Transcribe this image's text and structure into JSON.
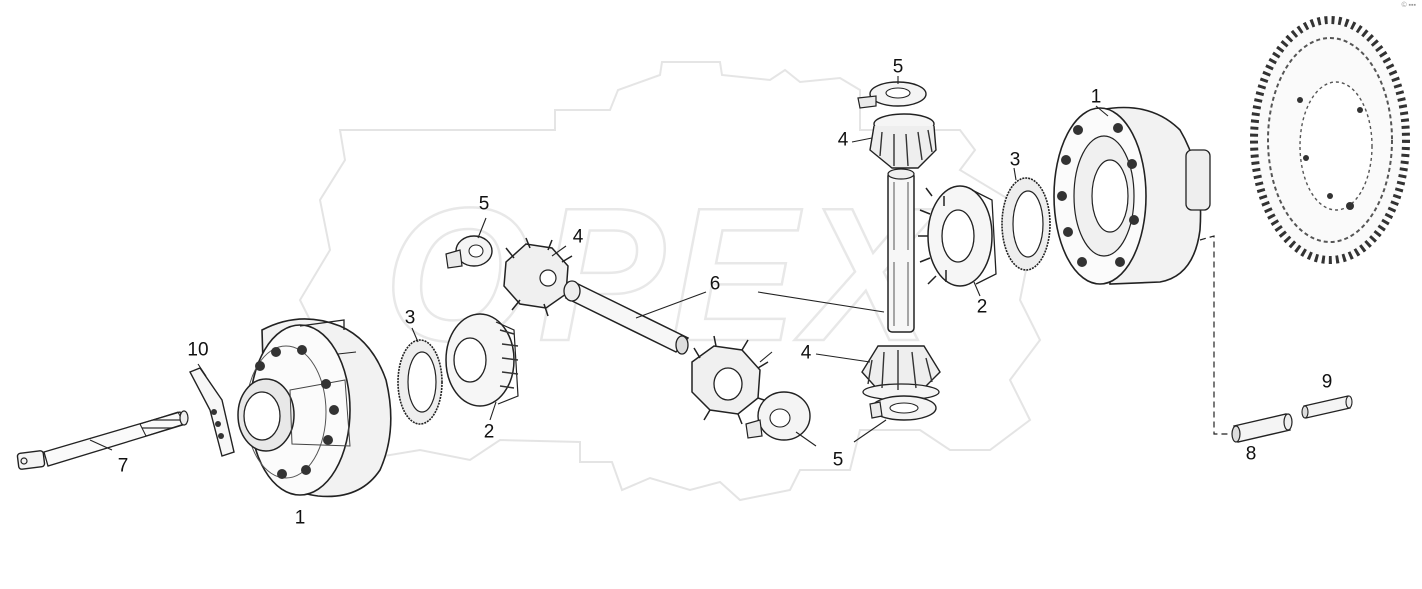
{
  "watermark": "OPEX",
  "corner_mark": "© ▪▪▪",
  "callouts": {
    "c1_left": "1",
    "c1_right": "1",
    "c2_left": "2",
    "c2_right": "2",
    "c3_left": "3",
    "c3_right": "3",
    "c4_mid": "4",
    "c4_top": "4",
    "c4_bottom": "4",
    "c5_left": "5",
    "c5_top": "5",
    "c5_bottom": "5",
    "c6": "6",
    "c7": "7",
    "c8": "8",
    "c9": "9",
    "c10": "10"
  }
}
